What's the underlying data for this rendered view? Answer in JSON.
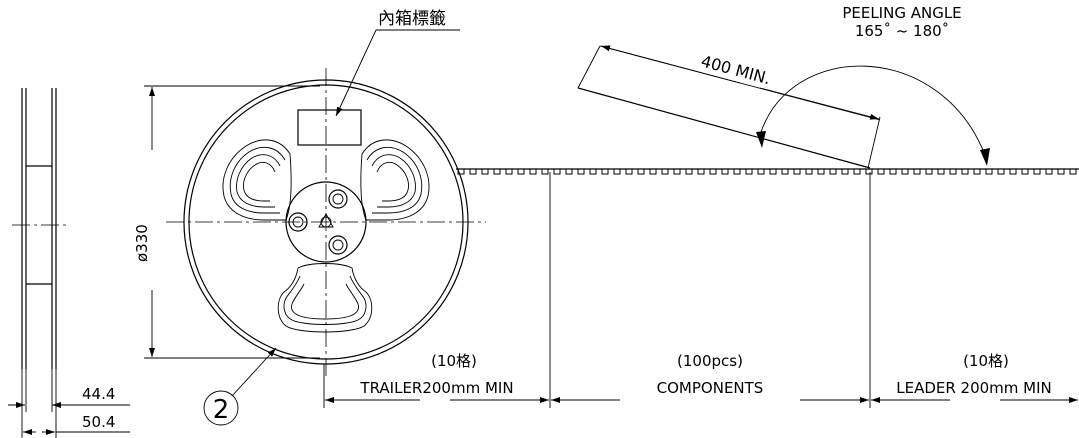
{
  "label_callout": {
    "text": "內箱標籤"
  },
  "peeling": {
    "title": "PEELING ANGLE",
    "range": "165˚ ~ 180˚"
  },
  "length_min": {
    "text": "400 MIN."
  },
  "diameter": {
    "text": "ø330"
  },
  "part_balloon": {
    "text": "2"
  },
  "width_inner": {
    "text": "44.4"
  },
  "width_outer": {
    "text": "50.4"
  },
  "segments": {
    "trailer": {
      "count": "(10格)",
      "label": "TRAILER200mm MIN"
    },
    "components": {
      "count": "(100pcs)",
      "label": "COMPONENTS"
    },
    "leader": {
      "count": "(10格)",
      "label": "LEADER 200mm MIN"
    }
  }
}
